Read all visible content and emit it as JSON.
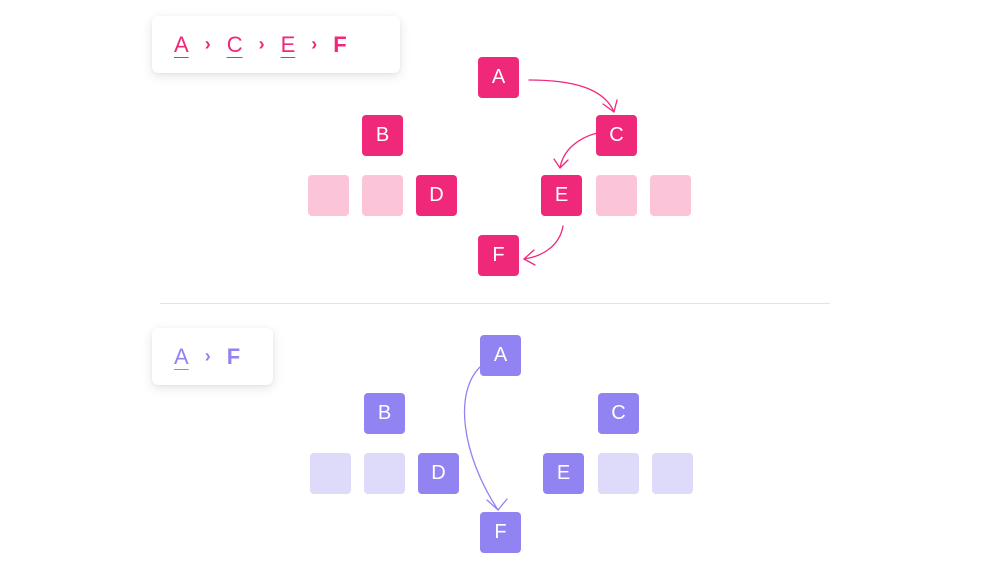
{
  "colors": {
    "pink_solid": "#f0287a",
    "pink_faded": "#fcc4d9",
    "purple_solid": "#9283f2",
    "purple_faded": "#dedafa"
  },
  "top_diagram": {
    "breadcrumb": [
      {
        "label": "A",
        "current": false
      },
      {
        "label": "C",
        "current": false
      },
      {
        "label": "E",
        "current": false
      },
      {
        "label": "F",
        "current": true
      }
    ],
    "separator": "›",
    "nodes": {
      "A": "A",
      "B": "B",
      "C": "C",
      "D": "D",
      "E": "E",
      "F": "F"
    },
    "path": [
      "A",
      "C",
      "E",
      "F"
    ]
  },
  "bottom_diagram": {
    "breadcrumb": [
      {
        "label": "A",
        "current": false
      },
      {
        "label": "F",
        "current": true
      }
    ],
    "separator": "›",
    "nodes": {
      "A": "A",
      "B": "B",
      "C": "C",
      "D": "D",
      "E": "E",
      "F": "F"
    },
    "path": [
      "A",
      "F"
    ]
  }
}
